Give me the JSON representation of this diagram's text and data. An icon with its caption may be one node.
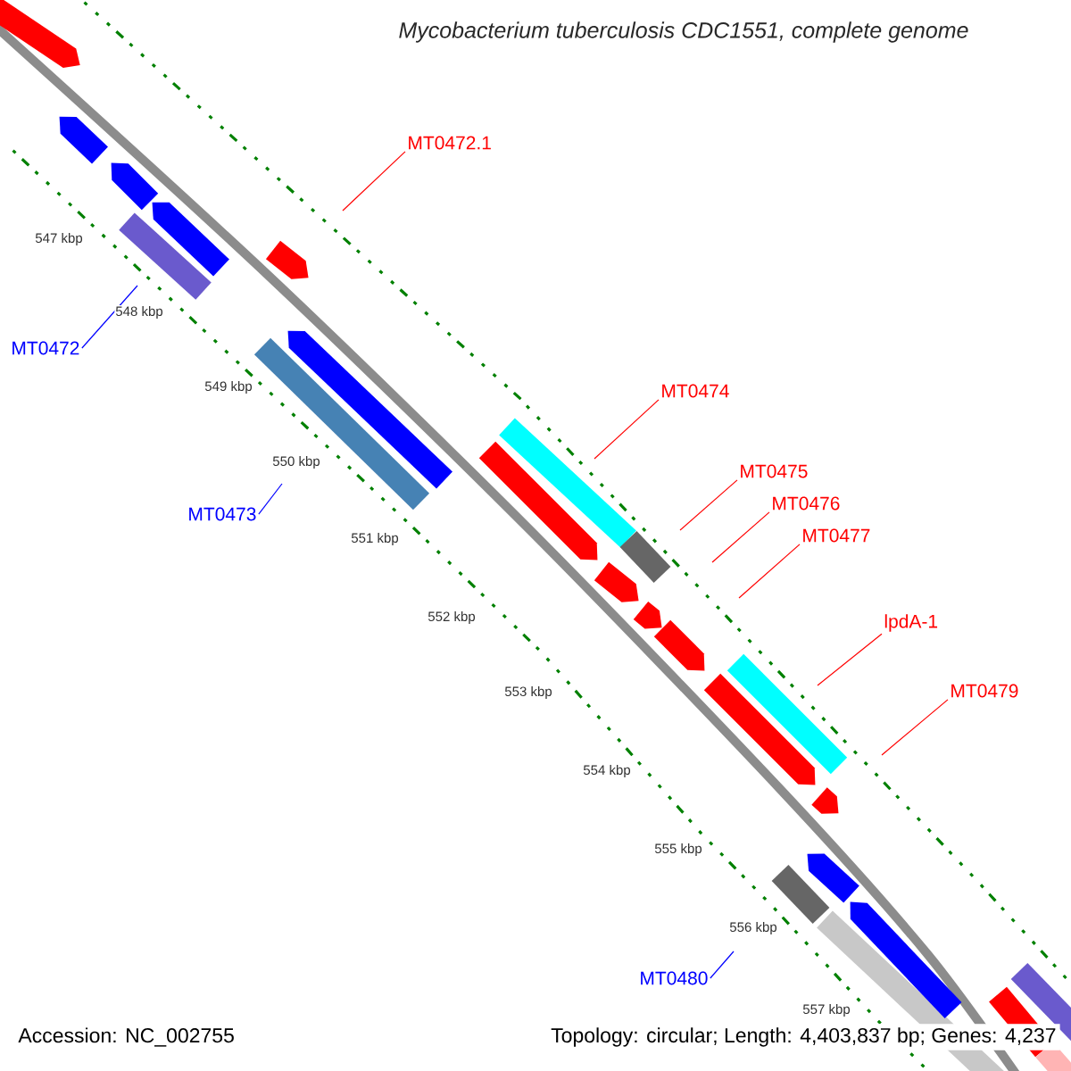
{
  "diagram": {
    "title": "Mycobacterium tuberculosis CDC1551, complete genome",
    "nodes": [
      {
        "text": [
          "MT0472.1"
        ]
      },
      {
        "text": [
          "MT0472"
        ]
      },
      {
        "text": [
          "MT0473"
        ]
      },
      {
        "text": [
          "MT0474"
        ]
      },
      {
        "text": [
          "MT0475"
        ]
      },
      {
        "text": [
          "MT0476"
        ]
      },
      {
        "text": [
          "MT0477"
        ]
      },
      {
        "text": [
          "lpdA-1"
        ]
      },
      {
        "text": [
          "MT0479"
        ]
      },
      {
        "text": [
          "MT0480"
        ]
      }
    ],
    "edges": [
      {
        "from": 0,
        "to": null,
        "arrow": "none"
      },
      {
        "from": 1,
        "to": null,
        "arrow": "none",
        "color": "#0000ff"
      },
      {
        "from": 2,
        "to": null,
        "arrow": "none",
        "color": "#0000ff"
      },
      {
        "from": 3,
        "to": null,
        "arrow": "none"
      },
      {
        "from": 4,
        "to": null,
        "arrow": "none"
      },
      {
        "from": 5,
        "to": null,
        "arrow": "none"
      },
      {
        "from": 6,
        "to": null,
        "arrow": "none"
      },
      {
        "from": 7,
        "to": null,
        "arrow": "none"
      },
      {
        "from": 8,
        "to": null,
        "arrow": "none"
      },
      {
        "from": 9,
        "to": null,
        "arrow": "none",
        "color": "#0000ff"
      }
    ],
    "labels": [
      "547 kbp",
      "548 kbp",
      "549 kbp",
      "550 kbp",
      "551 kbp",
      "552 kbp",
      "553 kbp",
      "554 kbp",
      "555 kbp",
      "556 kbp",
      "557 kbp",
      "Accession: NC_002755",
      "Topology: circular; Length: 4,403,837 bp; Genes: 4,237"
    ]
  }
}
